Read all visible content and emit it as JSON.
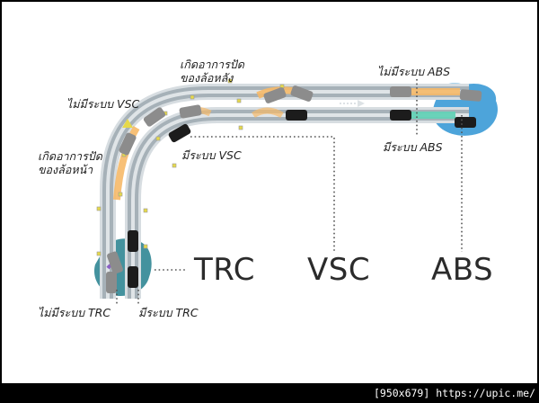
{
  "labels": {
    "front_skid": [
      "เกิดอาการปัด",
      "ของล้อหน้า"
    ],
    "rear_skid": [
      "เกิดอาการปัด",
      "ของล้อหลัง"
    ],
    "no_vsc": "ไม่มีระบบ VSC",
    "with_vsc": "มีระบบ VSC",
    "no_abs": "ไม่มีระบบ ABS",
    "with_abs": "มีระบบ ABS",
    "no_trc": "ไม่มีระบบ TRC",
    "with_trc": "มีระบบ TRC"
  },
  "systems": {
    "trc": "TRC",
    "vsc": "VSC",
    "abs": "ABS"
  },
  "footer": {
    "size": "[950x679]",
    "url": "https://upic.me/"
  },
  "colors": {
    "road": "#a6b1b8",
    "road_edge": "#d7dde1",
    "trail_orange": "#f6b968",
    "trail_green": "#63d1b6",
    "patch_blue": "#3a9ad6",
    "patch_teal": "#3a8c99",
    "car_grey": "#8c8c8c",
    "car_black": "#1c1c1c",
    "marker": "#e6d94a"
  }
}
